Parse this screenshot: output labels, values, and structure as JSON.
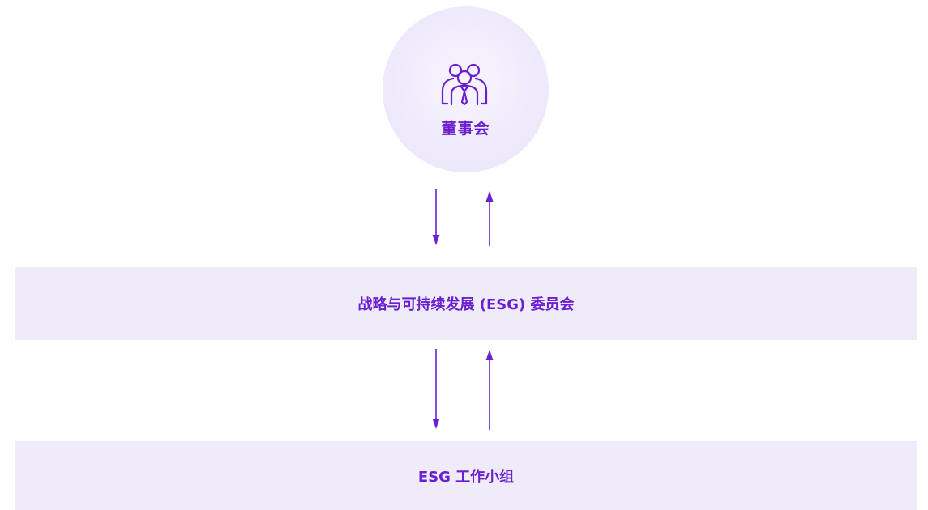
{
  "board": {
    "label": "董事会",
    "icon": "team-people-icon"
  },
  "committee": {
    "label": "战略与可持续发展 (ESG) 委员会"
  },
  "working_group": {
    "label": "ESG 工作小组"
  },
  "colors": {
    "accent": "#6a1fd1",
    "band_background": "#efebf9",
    "circle_background": "#efeafb"
  }
}
